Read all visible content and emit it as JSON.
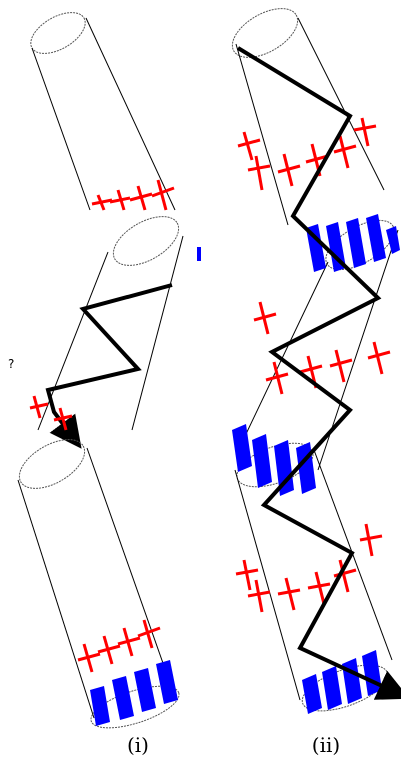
{
  "captions": {
    "left": "(i)",
    "right": "(ii)"
  },
  "colors": {
    "cylinder_outline": "#000000",
    "ellipse_dotted": "#555555",
    "path_line": "#000000",
    "red_marks": "#ff0000",
    "blue_marks": "#0000ff",
    "background": "#ffffff"
  },
  "panels": [
    {
      "name": "i-top",
      "description_icon": "tilted-cylinder-with-red-crosses"
    },
    {
      "name": "i-middle",
      "description_icon": "cylinder-with-zigzag-path"
    },
    {
      "name": "i-bottom",
      "description_icon": "cylinder-with-red-and-blue-bands"
    },
    {
      "name": "ii",
      "description_icon": "long-zigzag-cylinder-with-path"
    }
  ]
}
